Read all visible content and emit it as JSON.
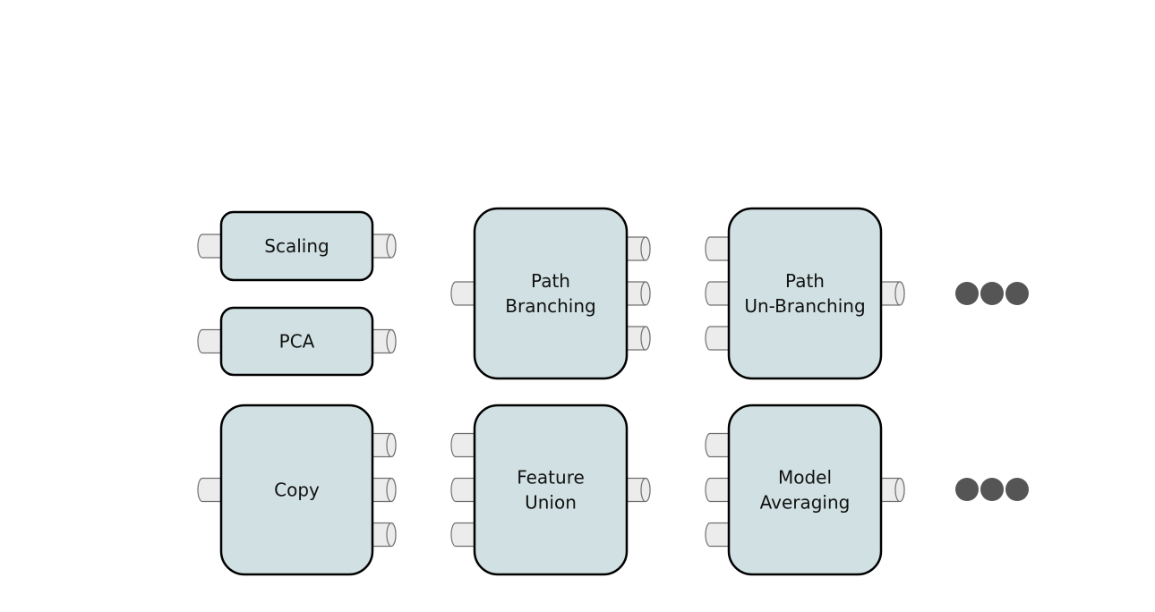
{
  "colors": {
    "node_fill": "#d1e0e2",
    "node_stroke": "#000000",
    "port_fill": "#ececec",
    "port_stroke": "#707070",
    "ellipsis_dot": "#555555",
    "background": "#ffffff"
  },
  "nodes": [
    {
      "id": "scaling",
      "lines": [
        "Scaling"
      ],
      "inputs": 1,
      "outputs": 1
    },
    {
      "id": "pca",
      "lines": [
        "PCA"
      ],
      "inputs": 1,
      "outputs": 1
    },
    {
      "id": "copy",
      "lines": [
        "Copy"
      ],
      "inputs": 1,
      "outputs": 3
    },
    {
      "id": "path-branching",
      "lines": [
        "Path",
        "Branching"
      ],
      "inputs": 1,
      "outputs": 3
    },
    {
      "id": "feature-union",
      "lines": [
        "Feature",
        "Union"
      ],
      "inputs": 3,
      "outputs": 1
    },
    {
      "id": "path-un-branching",
      "lines": [
        "Path",
        "Un-Branching"
      ],
      "inputs": 3,
      "outputs": 1
    },
    {
      "id": "model-averaging",
      "lines": [
        "Model",
        "Averaging"
      ],
      "inputs": 3,
      "outputs": 1
    }
  ],
  "ellipses": [
    {
      "id": "more-nodes-row-1",
      "dots": 3
    },
    {
      "id": "more-nodes-row-2",
      "dots": 3
    }
  ]
}
